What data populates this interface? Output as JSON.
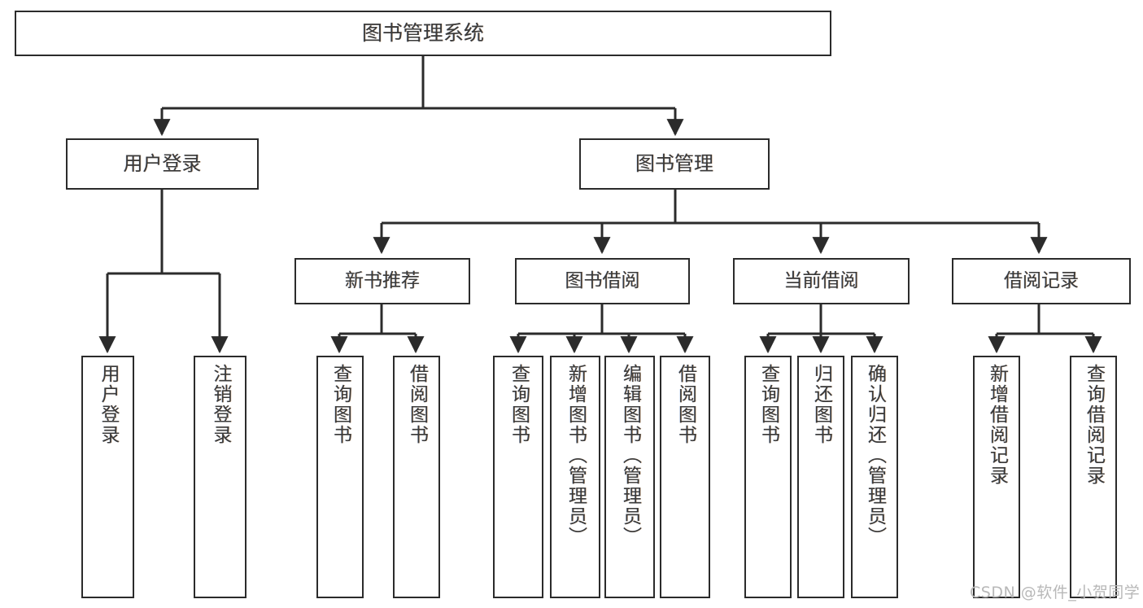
{
  "diagram": {
    "title": "图书管理系统",
    "type": "tree-hierarchy-diagram",
    "colors": {
      "box_border": "#2b2b2b",
      "box_fill": "#ffffff",
      "text": "#3a3a3a",
      "connector": "#2b2b2b",
      "watermark": "#b8b8b8",
      "background": "#ffffff"
    }
  },
  "root": {
    "label": "图书管理系统"
  },
  "level2": [
    {
      "label": "用户登录"
    },
    {
      "label": "图书管理"
    }
  ],
  "level3": [
    {
      "label": "新书推荐"
    },
    {
      "label": "图书借阅"
    },
    {
      "label": "当前借阅"
    },
    {
      "label": "借阅记录"
    }
  ],
  "leaves": {
    "user_login": [
      {
        "label": "用户登录"
      },
      {
        "label": "注销登录"
      }
    ],
    "new_book_recommend": [
      {
        "label": "查询图书"
      },
      {
        "label": "借阅图书"
      }
    ],
    "book_borrow": [
      {
        "label": "查询图书"
      },
      {
        "label": "新增图书（管理员）"
      },
      {
        "label": "编辑图书（管理员）"
      },
      {
        "label": "借阅图书"
      }
    ],
    "current_borrow": [
      {
        "label": "查询图书"
      },
      {
        "label": "归还图书"
      },
      {
        "label": "确认归还（管理员）"
      }
    ],
    "borrow_record": [
      {
        "label": "新增借阅记录"
      },
      {
        "label": "查询借阅记录"
      }
    ]
  },
  "watermark": {
    "text": "CSDN @软件_小贺同学"
  }
}
